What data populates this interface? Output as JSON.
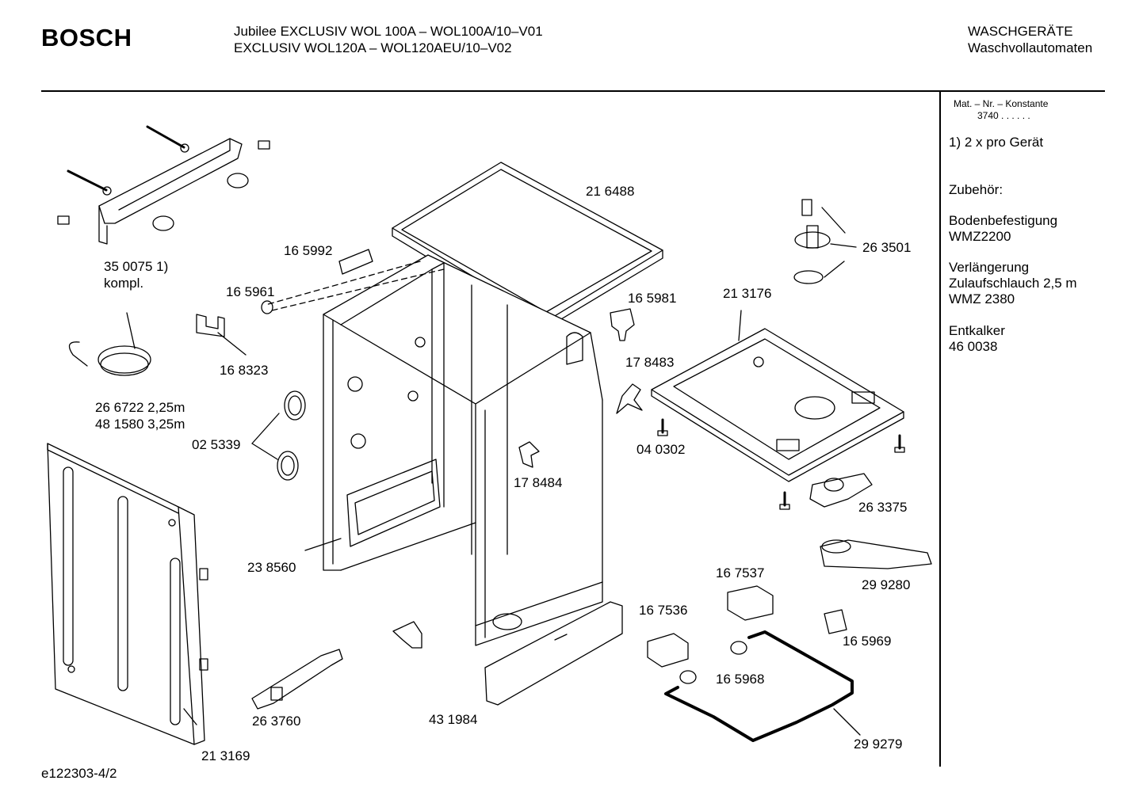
{
  "header": {
    "brand": "BOSCH",
    "model_line_1": "Jubilee EXCLUSIV WOL 100A – WOL100A/10–V01",
    "model_line_2": "EXCLUSIV WOL120A – WOL120AEU/10–V02",
    "category_line_1": "WASCHGERÄTE",
    "category_line_2": "Waschvollautomaten"
  },
  "sidebar": {
    "mat_nr_label": "Mat. – Nr. – Konstante",
    "mat_nr_value": "3740 . .  . . . .",
    "note": "1) 2 x pro Gerät",
    "accessories_heading": "Zubehör:",
    "accessories": [
      {
        "name": "Bodenbefestigung",
        "number": "WMZ2200"
      },
      {
        "name": "Verlängerung",
        "name_2": "Zulaufschlauch 2,5 m",
        "number": "WMZ 2380"
      },
      {
        "name": "Entkalker",
        "number": "46 0038"
      }
    ]
  },
  "part_labels": [
    {
      "id": "p350075",
      "text": "35 0075 1)",
      "text_2": "kompl."
    },
    {
      "id": "p165992",
      "text": "16 5992"
    },
    {
      "id": "p165961",
      "text": "16 5961"
    },
    {
      "id": "p216488",
      "text": "21 6488"
    },
    {
      "id": "p263501",
      "text": "26 3501"
    },
    {
      "id": "p165981",
      "text": "16 5981"
    },
    {
      "id": "p213176",
      "text": "21 3176"
    },
    {
      "id": "p168323",
      "text": "16 8323"
    },
    {
      "id": "p266722",
      "text": "26 6722 2,25m",
      "text_2": "48 1580 3,25m"
    },
    {
      "id": "p178483",
      "text": "17 8483"
    },
    {
      "id": "p025339",
      "text": "02 5339"
    },
    {
      "id": "p040302",
      "text": "04 0302"
    },
    {
      "id": "p178484",
      "text": "17 8484"
    },
    {
      "id": "p263375",
      "text": "26 3375"
    },
    {
      "id": "p238560",
      "text": "23 8560"
    },
    {
      "id": "p167537",
      "text": "16 7537"
    },
    {
      "id": "p299280",
      "text": "29 9280"
    },
    {
      "id": "p167536",
      "text": "16 7536"
    },
    {
      "id": "p165969",
      "text": "16 5969"
    },
    {
      "id": "p165968",
      "text": "16 5968"
    },
    {
      "id": "p263760",
      "text": "26 3760"
    },
    {
      "id": "p431984",
      "text": "43 1984"
    },
    {
      "id": "p299279",
      "text": "29 9279"
    },
    {
      "id": "p213169",
      "text": "21 3169"
    }
  ],
  "footer": {
    "code": "e122303-4/2"
  }
}
